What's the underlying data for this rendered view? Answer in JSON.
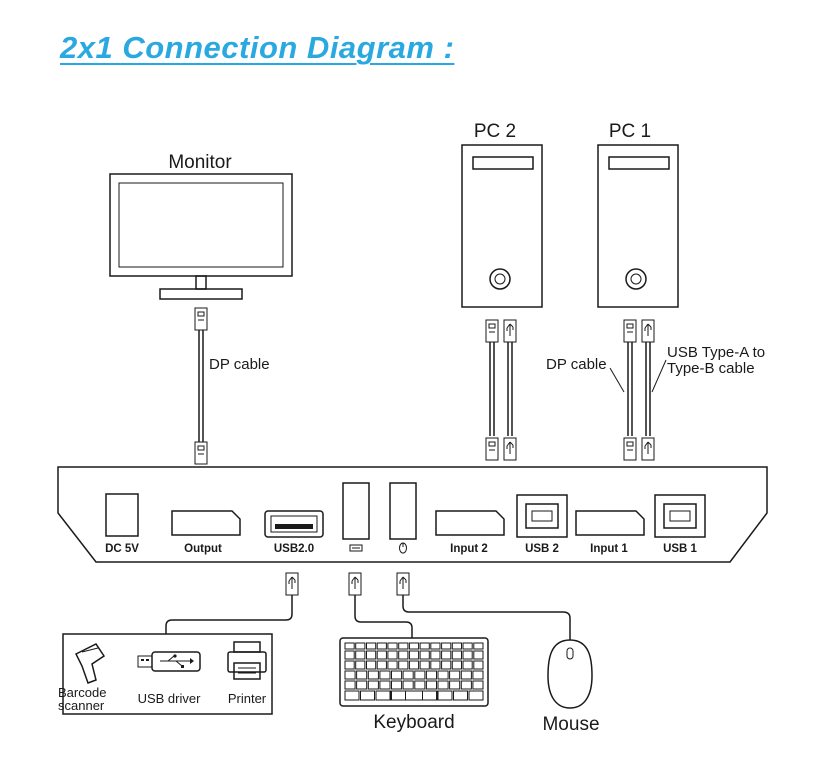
{
  "title": "2x1 Connection Diagram :",
  "devices": {
    "monitor": "Monitor",
    "pc2": "PC 2",
    "pc1": "PC 1"
  },
  "cables": {
    "dp_left": "DP cable",
    "dp_right": "DP cable",
    "usb_ab_line1": "USB Type-A to",
    "usb_ab_line2": "Type-B cable"
  },
  "ports": {
    "dc": "DC 5V",
    "output": "Output",
    "usb20": "USB2.0",
    "input2": "Input 2",
    "usb2": "USB 2",
    "input1": "Input 1",
    "usb1": "USB 1"
  },
  "peripherals": {
    "barcode_line1": "Barcode",
    "barcode_line2": "scanner",
    "usb_driver": "USB driver",
    "printer": "Printer",
    "keyboard": "Keyboard",
    "mouse": "Mouse"
  },
  "colors": {
    "title": "#29a9e0",
    "line": "#1a1a1a"
  }
}
